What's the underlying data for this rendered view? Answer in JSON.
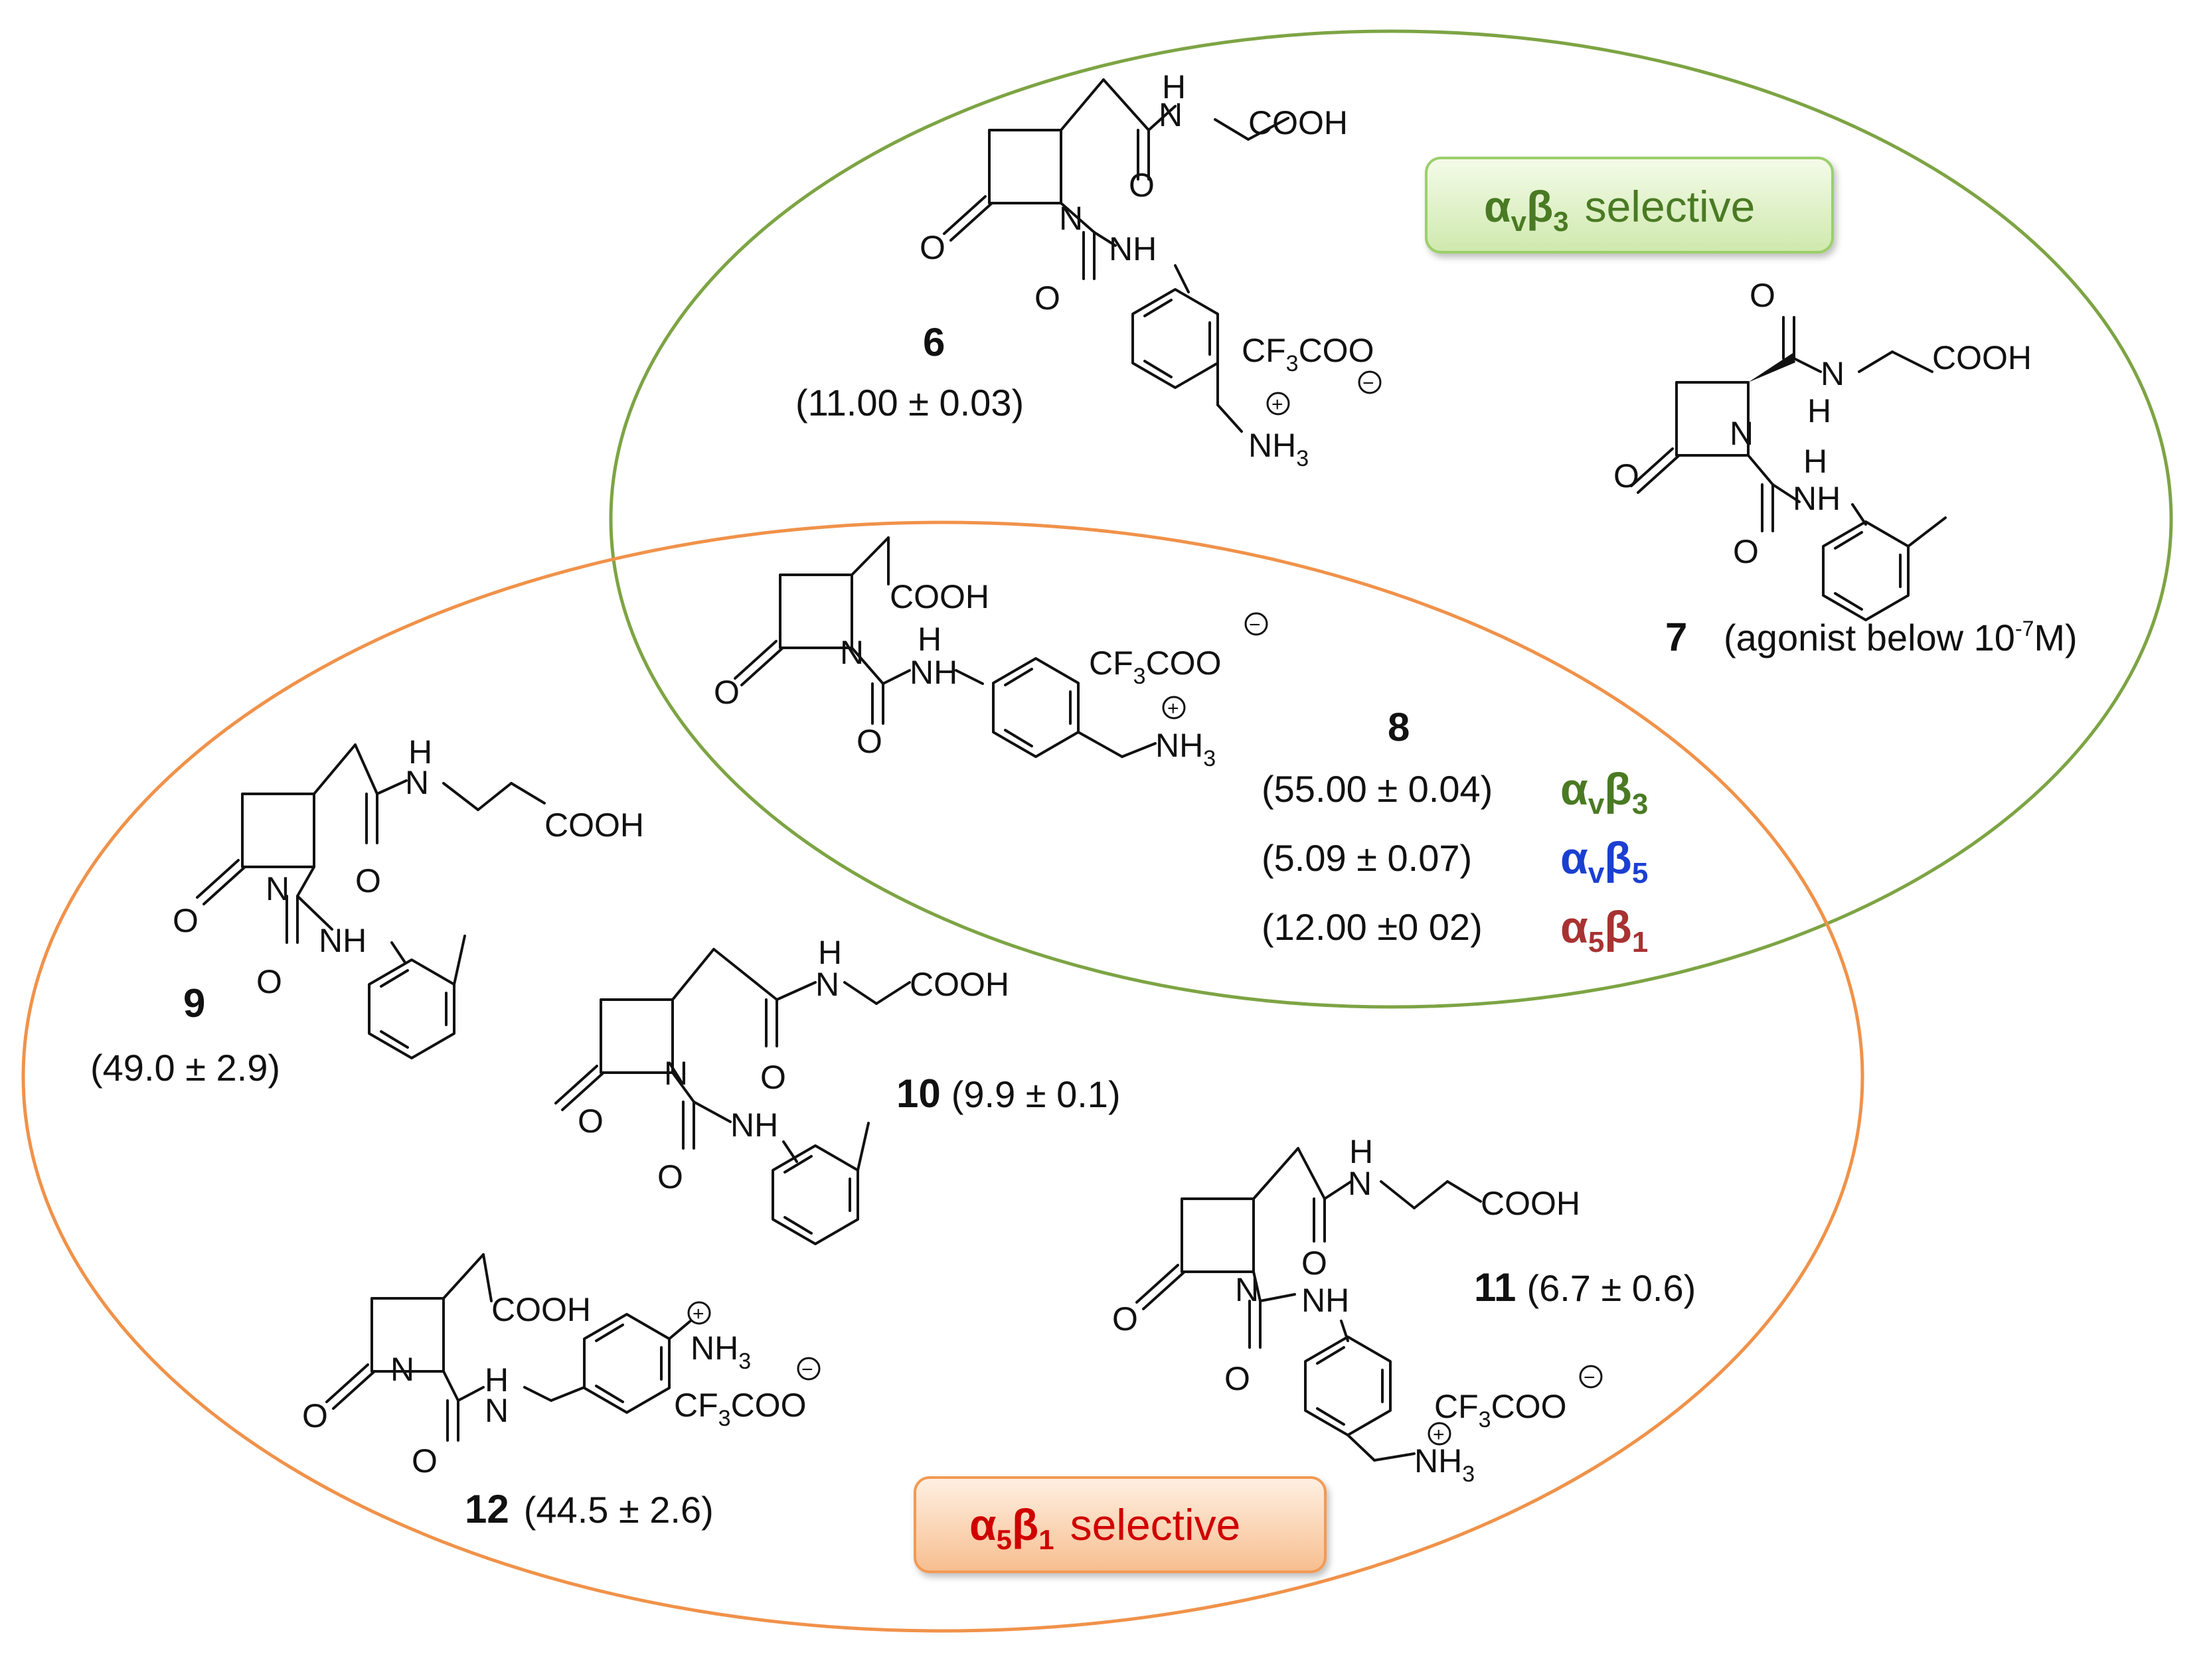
{
  "colors": {
    "green": "#4a7a24",
    "blue": "#1b3fd1",
    "darkred": "#a83232",
    "red": "#d00000",
    "green_ellipse": "#7da444",
    "orange_ellipse": "#f0924a"
  },
  "regions": {
    "avb3_label": {
      "alpha": "α",
      "alpha_sub": "v",
      "beta": "β",
      "beta_sub": "3",
      "text": "selective"
    },
    "a5b1_label": {
      "alpha": "α",
      "alpha_sub": "5",
      "beta": "β",
      "beta_sub": "1",
      "text": "selective"
    }
  },
  "atoms": {
    "cooh": "COOH",
    "o": "O",
    "n": "N",
    "nh": "NH",
    "h": "H",
    "cf3coo_a": "CF",
    "cf3coo_sub": "3",
    "cf3coo_b": "COO",
    "nh3_a": "NH",
    "nh3_sub": "3",
    "plus": "+",
    "minus": "−"
  },
  "compounds": {
    "c6": {
      "id": "6",
      "value": "(11.00  ±  0.03)"
    },
    "c7": {
      "id": "7",
      "value_a": "(agonist below 10",
      "value_sup": "-7",
      "value_b": "M)"
    },
    "c8": {
      "id": "8",
      "rows": [
        {
          "value": "(55.00 ± 0.04)",
          "alpha": "α",
          "alpha_sub": "v",
          "beta": "β",
          "beta_sub": "3"
        },
        {
          "value": "(5.09 ± 0.07)",
          "alpha": "α",
          "alpha_sub": "v",
          "beta": "β",
          "beta_sub": "5"
        },
        {
          "value": "(12.00 ±0  02)",
          "alpha": "α",
          "alpha_sub": "5",
          "beta": "β",
          "beta_sub": "1"
        }
      ]
    },
    "c9": {
      "id": "9",
      "value": "(49.0 ± 2.9)"
    },
    "c10": {
      "id": "10",
      "value": "(9.9 ± 0.1)"
    },
    "c11": {
      "id": "11",
      "value": "(6.7 ± 0.6)"
    },
    "c12": {
      "id": "12",
      "value": "(44.5 ± 2.6)"
    }
  }
}
